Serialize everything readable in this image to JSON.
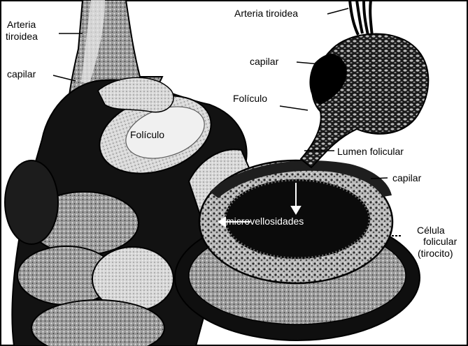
{
  "labels": {
    "arteria_left_l1": "Arteria",
    "arteria_left_l2": "tiroidea",
    "capilar_left": "capilar",
    "foliculo_left": "Folículo",
    "arteria_top": "Arteria tiroidea",
    "capilar_top": "capilar",
    "foliculo_right": "Folículo",
    "lumen": "Lumen folicular",
    "capilar_right": "capilar",
    "microvellosidades": "microvellosidades",
    "celula_l1": "Célula",
    "celula_l2": "folicular",
    "celula_l3": "(tirocito)"
  }
}
